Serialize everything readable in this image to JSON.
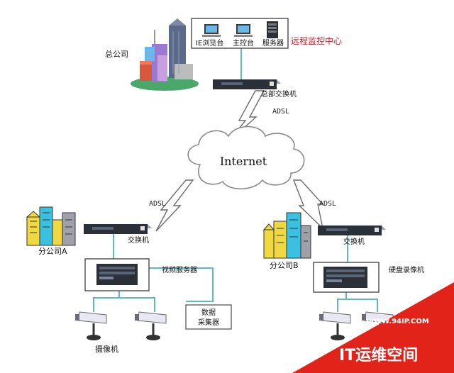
{
  "headquarters": {
    "label": "总公司",
    "monitor_center": "远程监控中心",
    "stations": [
      "IE浏览台",
      "主控台",
      "服务器"
    ],
    "switch_label": "总部交换机",
    "link_label": "ADSL"
  },
  "internet": {
    "label": "Internet"
  },
  "branch_a": {
    "label": "分公司A",
    "switch_label": "交换机",
    "link_label": "ADSL",
    "server_label": "视频服务器",
    "collector_label": "数据\n采集器",
    "camera_label": "摄像机"
  },
  "branch_b": {
    "label": "分公司B",
    "switch_label": "交换机",
    "link_label": "ADSL",
    "recorder_label": "硬盘录像机"
  },
  "watermark": {
    "url": "WWW.94IP.COM",
    "brand": "IT运维空间"
  },
  "colors": {
    "link_line": "#5fb8c8",
    "cloud_stroke": "#8a8a8a",
    "watermark_red": "#e2231a",
    "device_dark": "#2b2f38"
  }
}
